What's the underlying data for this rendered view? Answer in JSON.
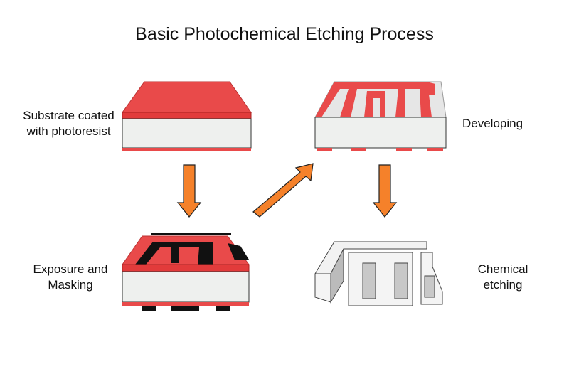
{
  "title": "Basic Photochemical Etching Process",
  "steps": [
    {
      "label_line1": "Substrate coated",
      "label_line2": "with photoresist"
    },
    {
      "label_line1": "Exposure and",
      "label_line2": "Masking"
    },
    {
      "label_line1": "Developing"
    },
    {
      "label_line1": "Chemical",
      "label_line2": "etching"
    }
  ],
  "colors": {
    "photoresist": "#e94a4a",
    "substrate": "#eef0ee",
    "mask": "#111111",
    "arrow": "#f5812a"
  }
}
